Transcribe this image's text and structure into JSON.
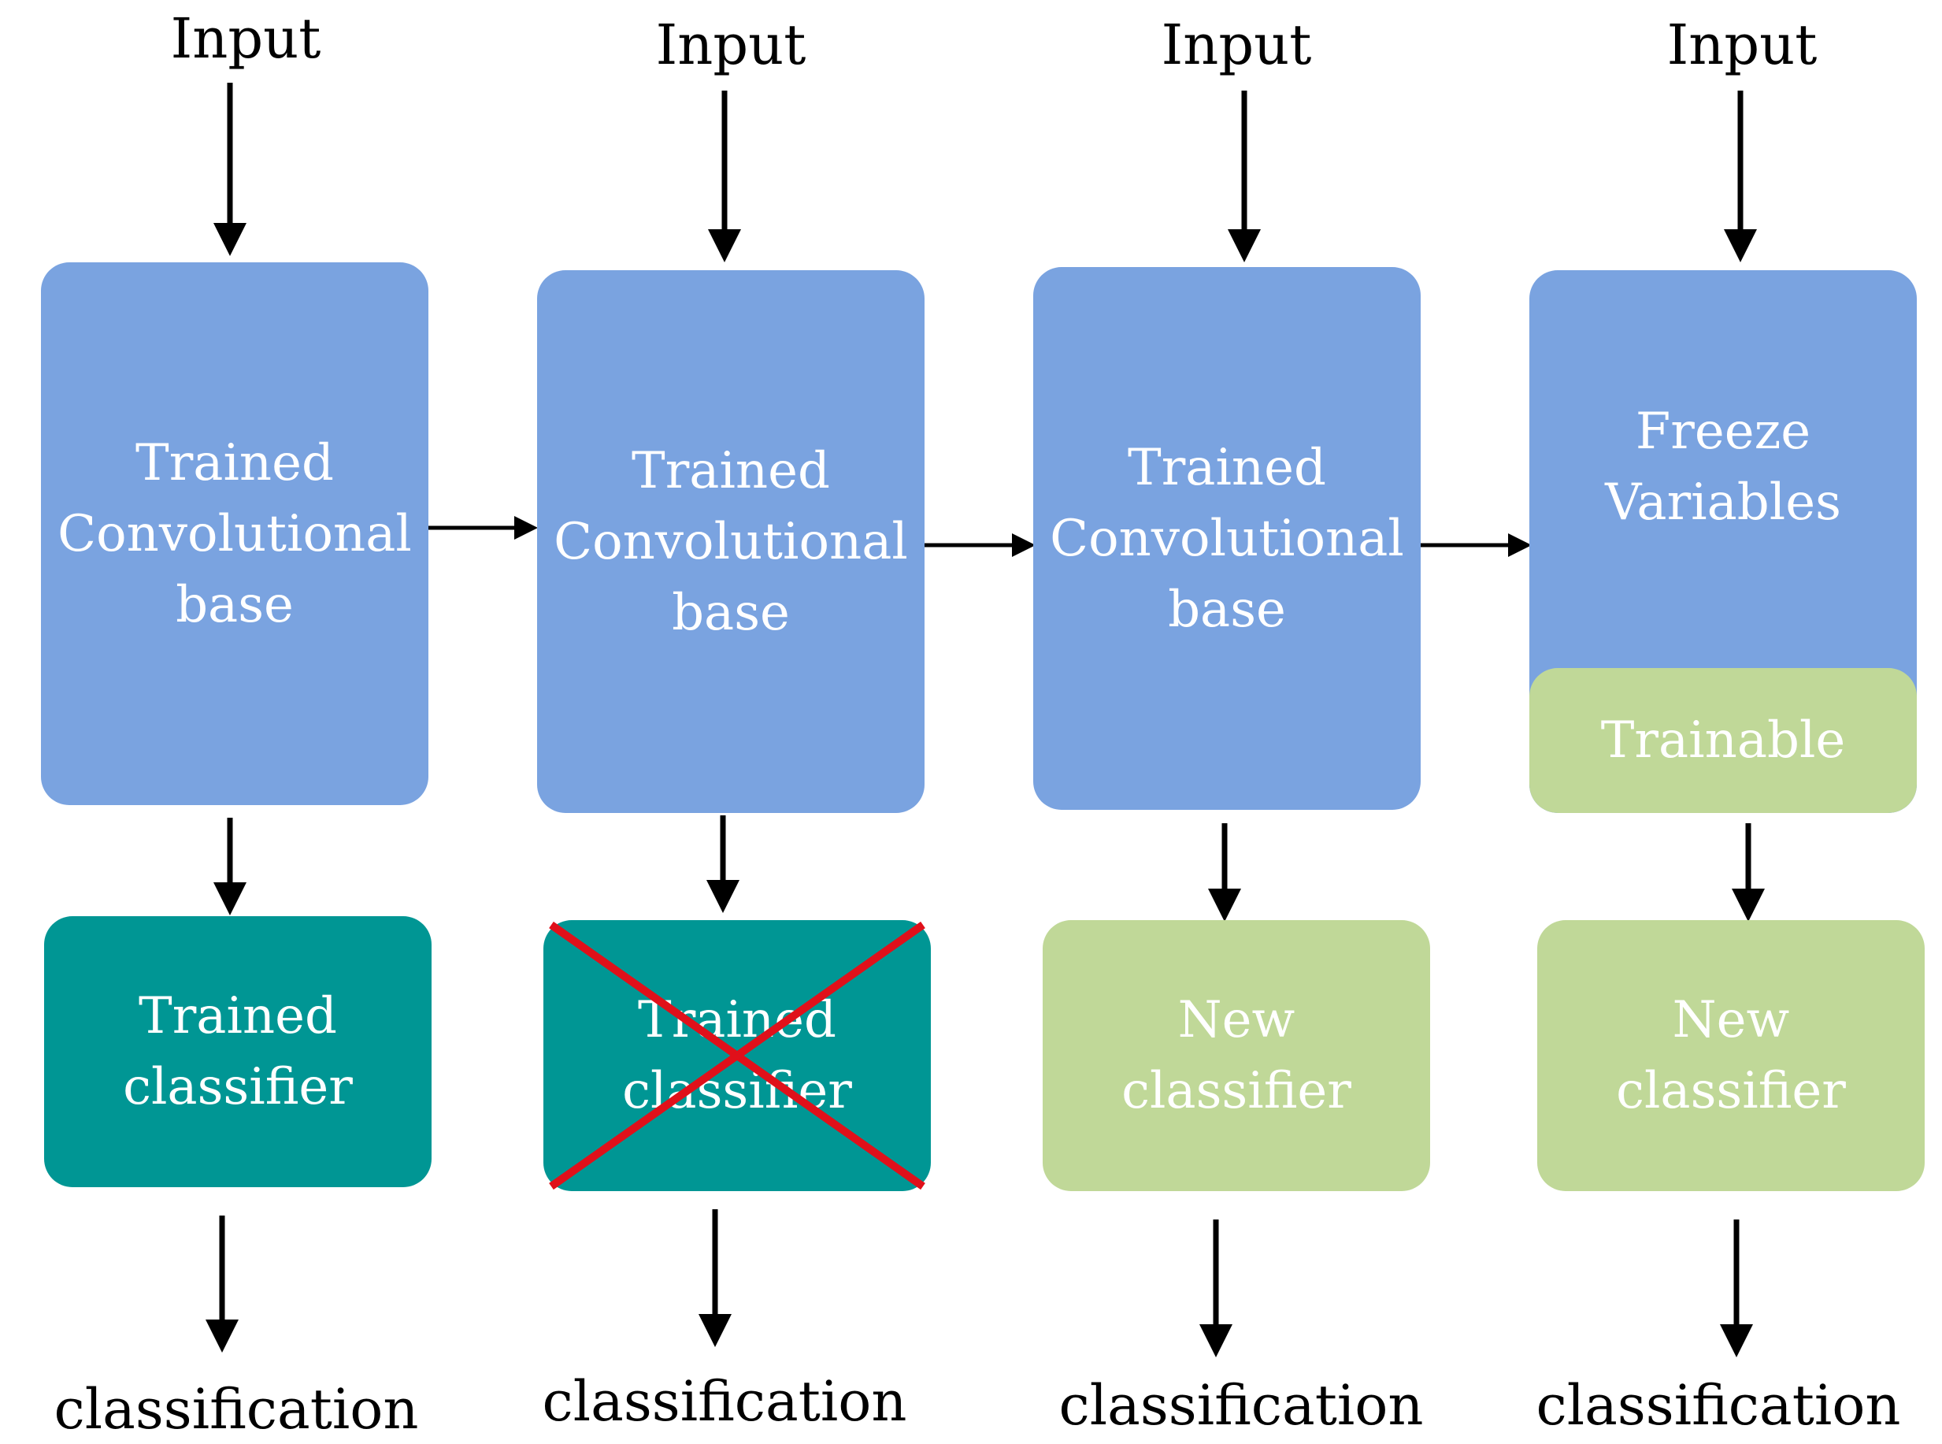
{
  "columns": [
    {
      "input_label": "Input",
      "base": {
        "lines": [
          "Trained",
          "Convolutional",
          "base"
        ]
      },
      "classifier": {
        "lines": [
          "Trained",
          "classifier"
        ],
        "removed": false
      },
      "output_label": "classification"
    },
    {
      "input_label": "Input",
      "base": {
        "lines": [
          "Trained",
          "Convolutional",
          "base"
        ]
      },
      "classifier": {
        "lines": [
          "Trained",
          "classifier"
        ],
        "removed": true
      },
      "output_label": "classification"
    },
    {
      "input_label": "Input",
      "base": {
        "lines": [
          "Trained",
          "Convolutional",
          "base"
        ]
      },
      "classifier": {
        "lines": [
          "New",
          "classifier"
        ],
        "removed": false
      },
      "output_label": "classification"
    },
    {
      "input_label": "Input",
      "base": {
        "lines": [
          "Freeze",
          "Variables"
        ],
        "trainable_label": "Trainable"
      },
      "classifier": {
        "lines": [
          "New",
          "classifier"
        ],
        "removed": false
      },
      "output_label": "classification"
    }
  ],
  "colors": {
    "base_blue": "#7aa3e0",
    "trained_classifier_teal": "#009694",
    "new_green": "#c0d898",
    "cross_red": "#e0101a",
    "text_white": "#ffffff",
    "arrow_black": "#000000"
  }
}
